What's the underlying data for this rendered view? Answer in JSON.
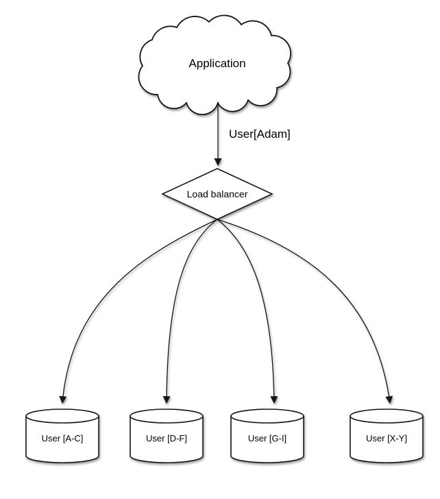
{
  "diagram": {
    "background_color": "#ffffff",
    "stroke_color": "#141414",
    "shape_fill_color": "#ffffff",
    "text_color": "#000000",
    "nodes": {
      "application": {
        "label": "Application",
        "shape": "cloud"
      },
      "load_balancer": {
        "label": "Load balancer",
        "shape": "diamond"
      }
    },
    "edges": {
      "app_to_lb": {
        "label": "User[Adam]",
        "style": "straight-arrow"
      }
    },
    "shards": [
      {
        "label": "User [A-C]",
        "shape": "cylinder"
      },
      {
        "label": "User [D-F]",
        "shape": "cylinder"
      },
      {
        "label": "User [G-I]",
        "shape": "cylinder"
      },
      {
        "label": "User [X-Y]",
        "shape": "cylinder"
      }
    ]
  }
}
